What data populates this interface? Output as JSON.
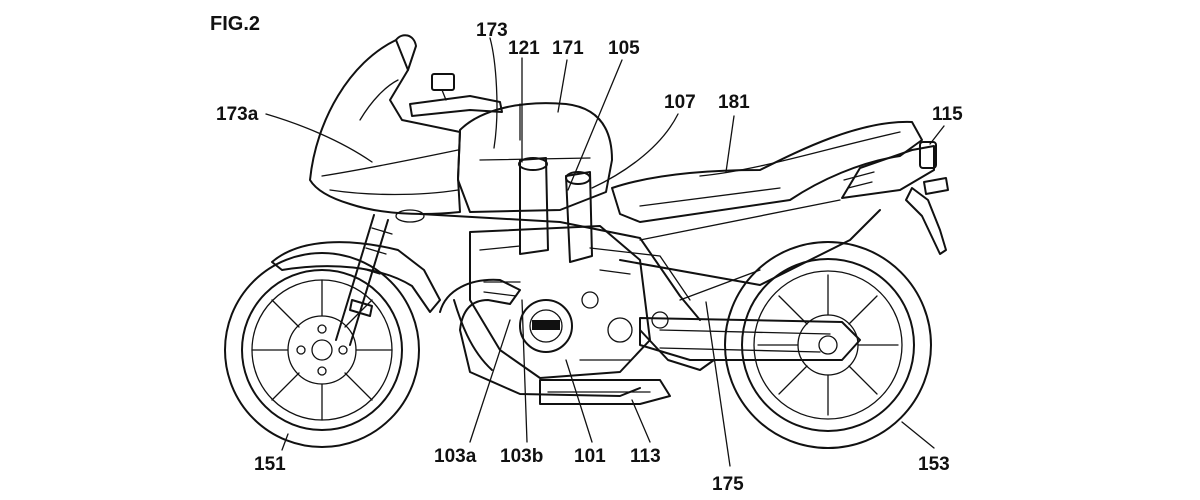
{
  "figure": {
    "title": "FIG.2"
  },
  "labels": {
    "l173": "173",
    "l121": "121",
    "l171": "171",
    "l105": "105",
    "l107": "107",
    "l181": "181",
    "l115": "115",
    "l173a": "173a",
    "l151": "151",
    "l103a": "103a",
    "l103b": "103b",
    "l101": "101",
    "l113": "113",
    "l175": "175",
    "l153": "153"
  },
  "colors": {
    "ink": "#111111",
    "background": "#ffffff"
  }
}
